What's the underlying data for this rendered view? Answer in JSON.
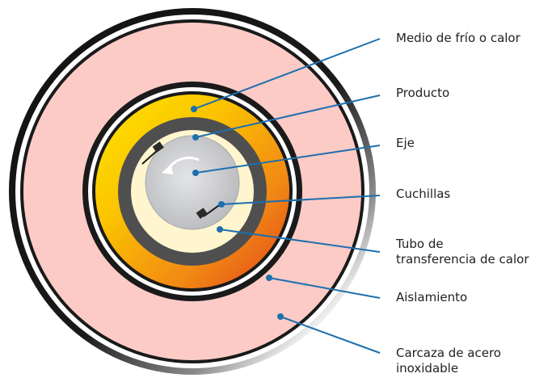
{
  "labels": {
    "cooling_heating_medium": "Medio de frío o calor",
    "product": "Producto",
    "shaft": "Eje",
    "blades": "Cuchillas",
    "heat_transfer_tube": {
      "line1": "Tubo de",
      "line2": "transferencia de calor"
    },
    "insulation": "Aislamiento",
    "steel_housing": {
      "line1": "Carcaza de acero",
      "line2": "inoxidable"
    }
  },
  "colors": {
    "leader_line": "#1d6fae",
    "insulation": "#fccbc6",
    "product_gradient": [
      "#ffd300",
      "#f7a21b",
      "#e8531b"
    ],
    "tube": "#4f4f4f",
    "shaft": "#cfd0d2",
    "blade_gap": "#fff6cf",
    "outline": "#1a1a1a"
  }
}
